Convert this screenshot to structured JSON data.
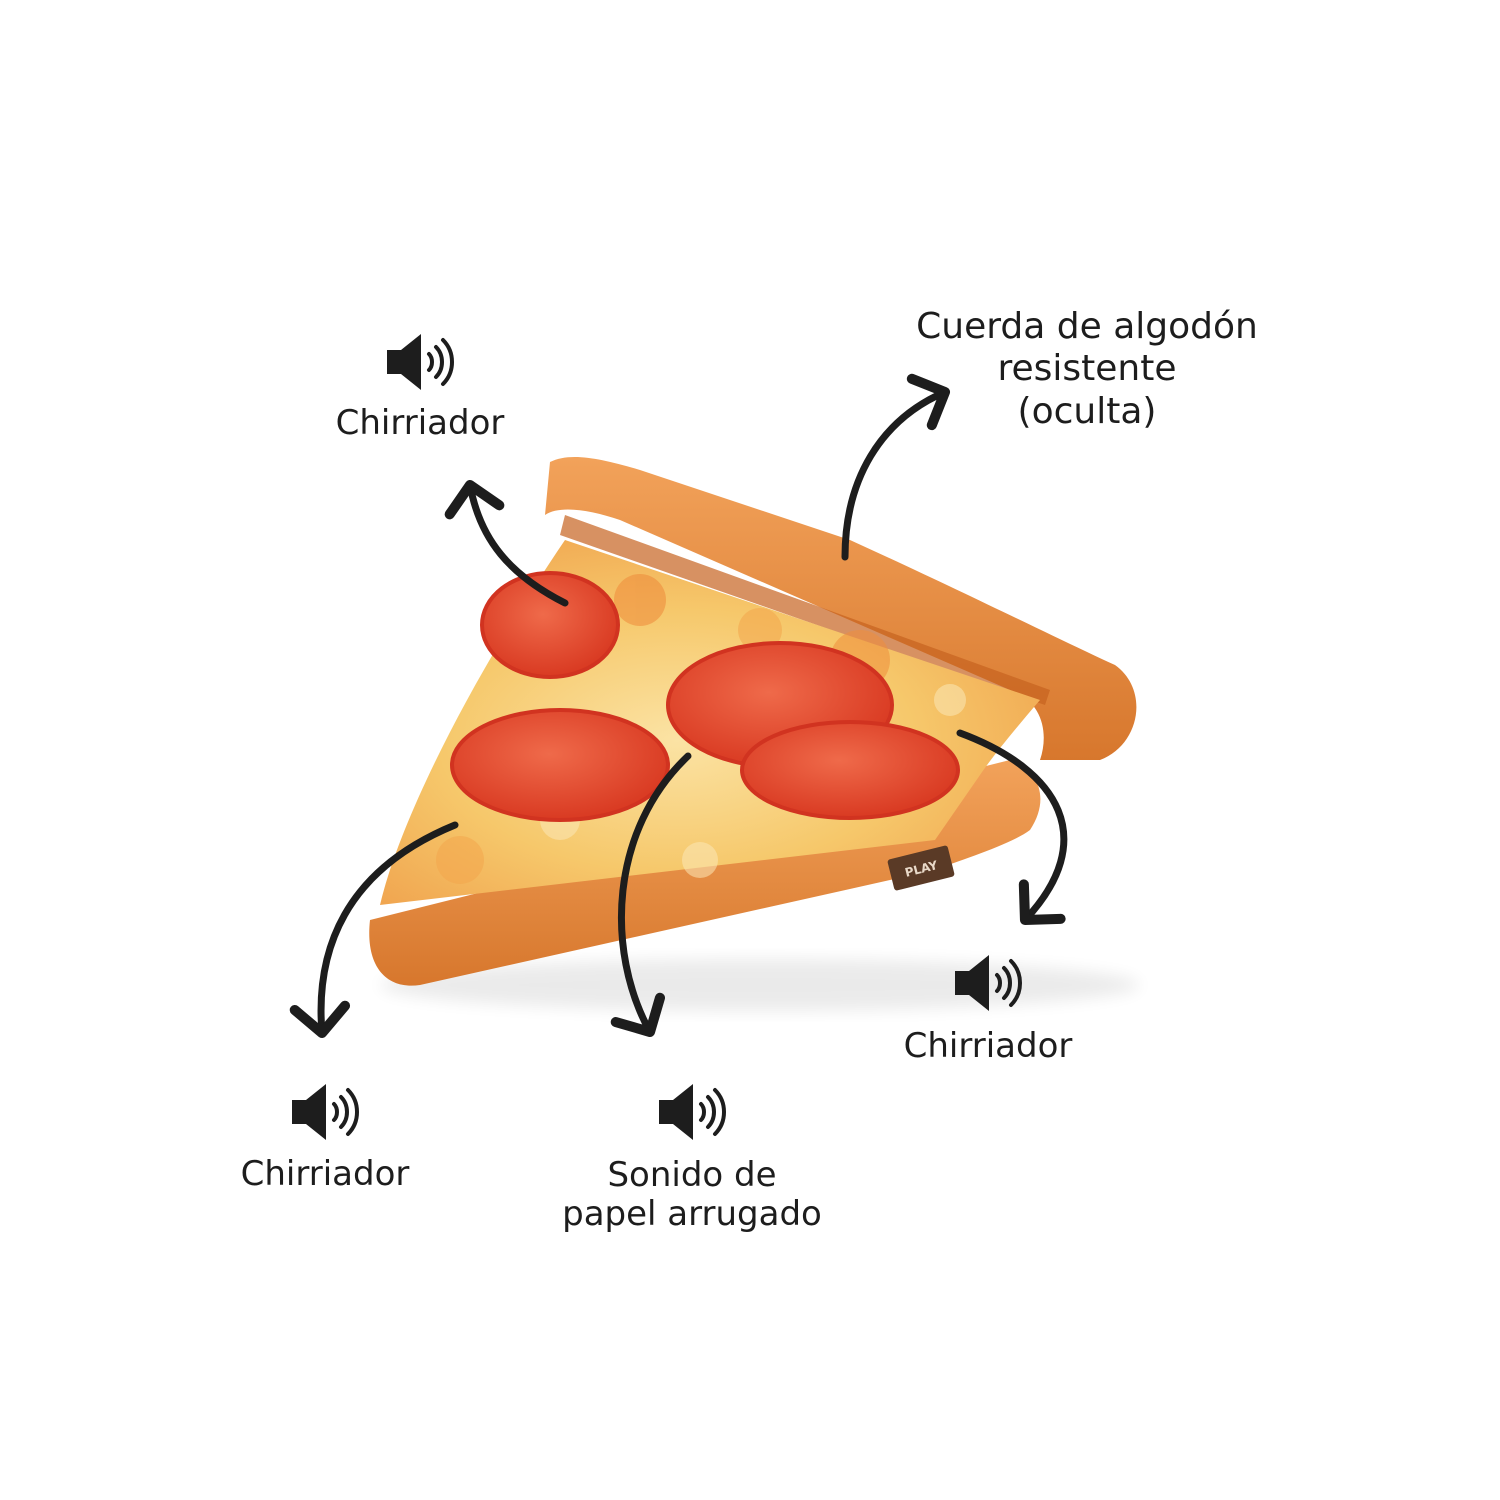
{
  "callouts": {
    "top_left": {
      "label": "Chirriador",
      "icon": "speaker-icon"
    },
    "top_right": {
      "lines": [
        "Cuerda de algodón",
        "resistente",
        "(oculta)"
      ]
    },
    "right": {
      "label": "Chirriador",
      "icon": "speaker-icon"
    },
    "bottom_left": {
      "label": "Chirriador",
      "icon": "speaker-icon"
    },
    "bottom_middle": {
      "lines": [
        "Sonido de",
        "papel arrugado"
      ],
      "icon": "speaker-icon"
    }
  },
  "product": {
    "brand_tag": "PLAY"
  },
  "colors": {
    "crust": "#e88f3e",
    "crust_dark": "#c86a22",
    "cheese": "#f6c86b",
    "pepperoni": "#e3452b",
    "text": "#1d1d1d",
    "arrow": "#1d1d1d",
    "tag": "#5a3a26"
  }
}
